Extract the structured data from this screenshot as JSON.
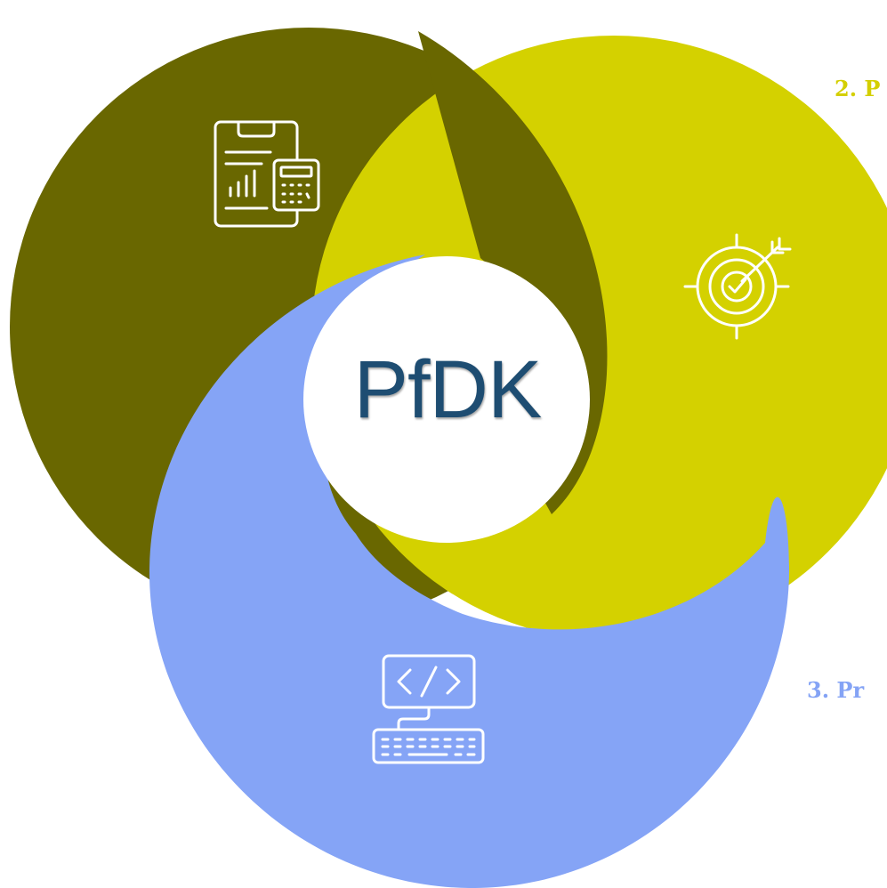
{
  "center": {
    "text": "PfDK"
  },
  "labels": [
    {
      "text": "2. P",
      "color": "#d4cf00"
    },
    {
      "text": "3. Pr",
      "color": "#84a3f5"
    }
  ],
  "segments": [
    {
      "color": "#696700",
      "icon": "report-calculator-icon"
    },
    {
      "color": "#d4d100",
      "icon": "target-icon"
    },
    {
      "color": "#85a4f6",
      "icon": "code-keyboard-icon"
    }
  ],
  "colors": {
    "center_fill": "#ffffff",
    "center_text": "#1e4d72",
    "icon_stroke": "#ffffff"
  }
}
